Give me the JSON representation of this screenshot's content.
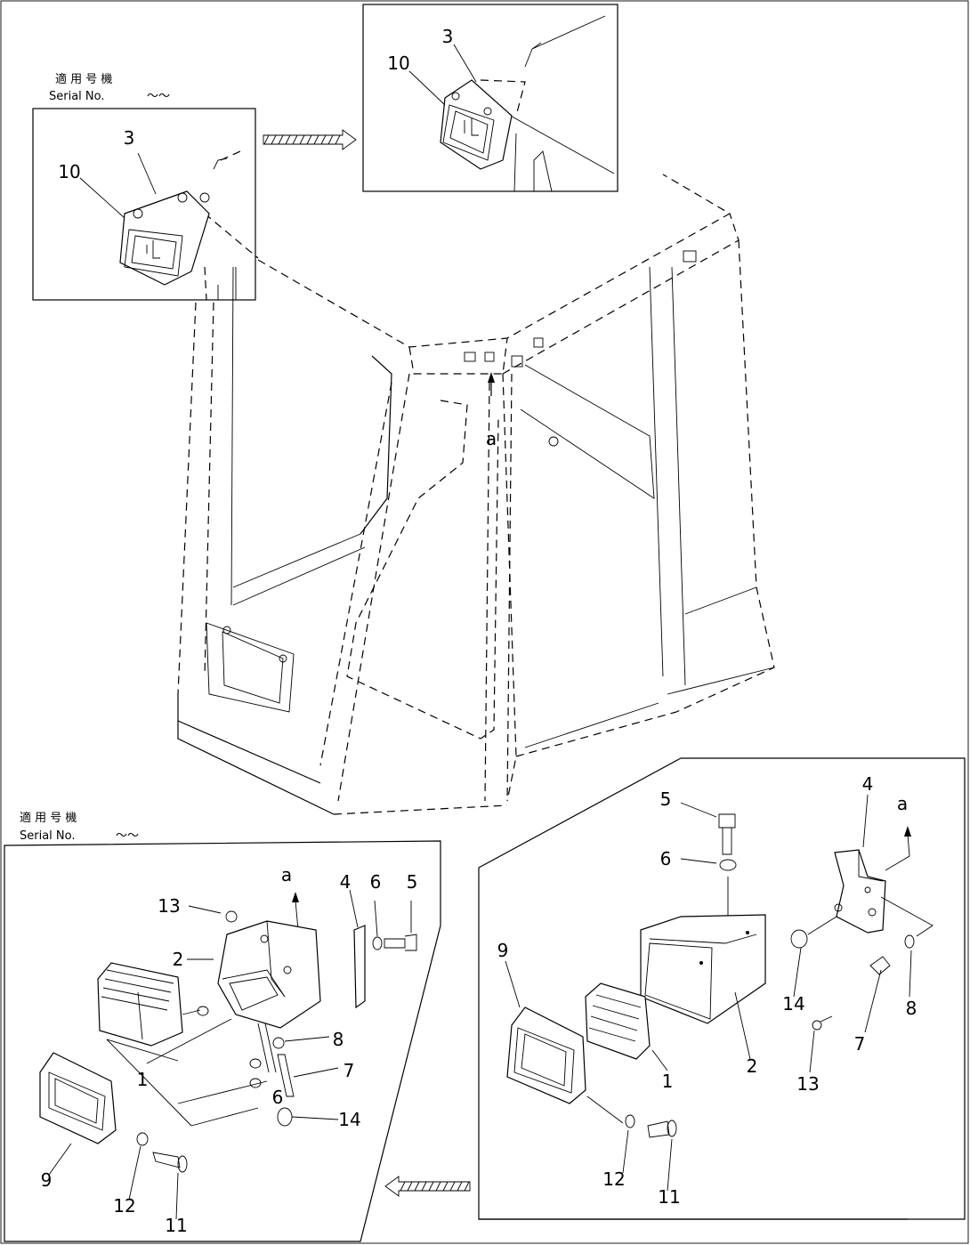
{
  "insets": {
    "top_left": {
      "applicable_label": "適 用 号 機",
      "serial_label": "Serial No.",
      "serial_range": "～～",
      "callouts": [
        "3",
        "10"
      ]
    },
    "top_right": {
      "callouts": [
        "3",
        "10"
      ]
    },
    "bottom_left": {
      "applicable_label": "適 用 号 機",
      "serial_label": "Serial No.",
      "serial_range": "～～",
      "ref_letter": "a",
      "callouts": [
        "13",
        "2",
        "4",
        "6",
        "5",
        "8",
        "7",
        "1",
        "6",
        "14",
        "9",
        "12",
        "11"
      ]
    },
    "bottom_right": {
      "ref_letter": "a",
      "callouts": [
        "5",
        "6",
        "4",
        "9",
        "14",
        "8",
        "2",
        "1",
        "13",
        "12",
        "11",
        "7"
      ]
    }
  },
  "main": {
    "ref_letter": "a"
  },
  "icons": [
    "hatched-arrow-right-icon",
    "hatched-arrow-left-icon",
    "small-arrow-icon"
  ]
}
